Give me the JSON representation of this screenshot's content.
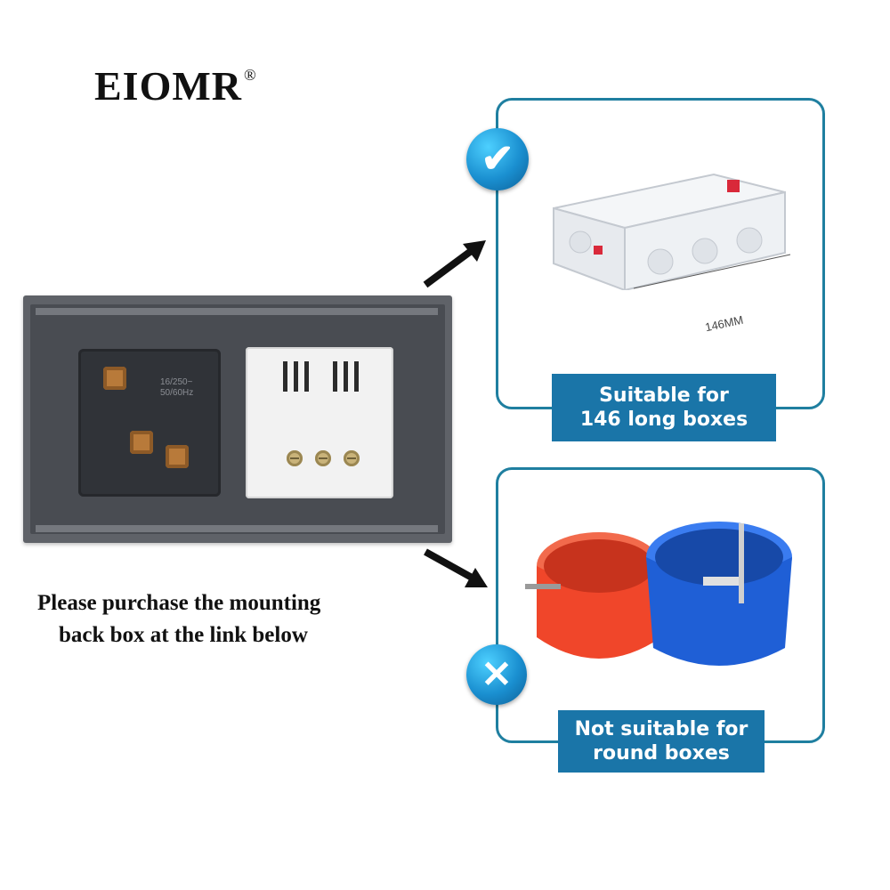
{
  "brand": {
    "name": "EIOMR",
    "mark": "®"
  },
  "socket": {
    "rating_line1": "16/250~",
    "rating_line2": "50/60Hz"
  },
  "suitable_card": {
    "status": "suitable",
    "icon": "check-icon",
    "dimension_label": "146MM",
    "badge_line1": "Suitable for",
    "badge_line2": "146 long boxes"
  },
  "unsuitable_card": {
    "status": "not-suitable",
    "icon": "cross-icon",
    "badge_line1": "Not suitable for",
    "badge_line2": "round boxes"
  },
  "caption": {
    "line1": "Please purchase the mounting",
    "line2": "back box at the link below"
  },
  "colors": {
    "accent": "#1a75a8",
    "card_border": "#1f7fa0",
    "panel": "#494c52",
    "red_box": "#f0462a",
    "blue_box": "#1f5fd6"
  }
}
